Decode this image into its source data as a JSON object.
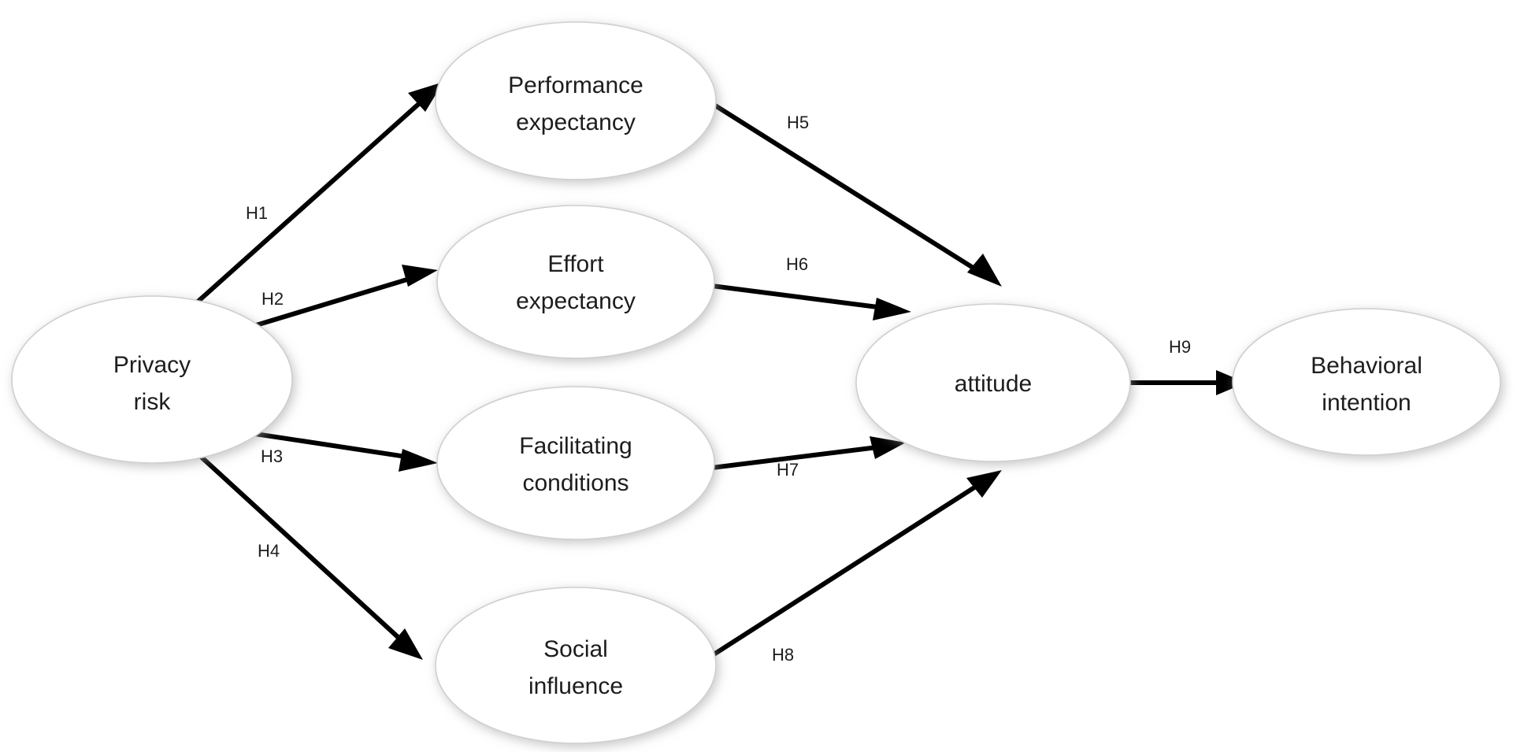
{
  "diagram": {
    "type": "conceptual-research-model",
    "background_color": "#ffffff",
    "node_fill": "#ffffff",
    "node_stroke": "#cfcfcf",
    "edge_color": "#000000",
    "text_color": "#1d1d1d",
    "nodes": [
      {
        "id": "privacy-risk",
        "line1": "Privacy",
        "line2": "risk"
      },
      {
        "id": "performance-expectancy",
        "line1": "Performance",
        "line2": "expectancy"
      },
      {
        "id": "effort-expectancy",
        "line1": "Effort",
        "line2": "expectancy"
      },
      {
        "id": "facilitating-conditions",
        "line1": "Facilitating",
        "line2": "conditions"
      },
      {
        "id": "social-influence",
        "line1": "Social",
        "line2": "influence"
      },
      {
        "id": "attitude",
        "line1": "attitude",
        "line2": ""
      },
      {
        "id": "behavioral-intention",
        "line1": "Behavioral",
        "line2": "intention"
      }
    ],
    "edges": [
      {
        "id": "h1",
        "label": "H1",
        "from": "privacy-risk",
        "to": "performance-expectancy"
      },
      {
        "id": "h2",
        "label": "H2",
        "from": "privacy-risk",
        "to": "effort-expectancy"
      },
      {
        "id": "h3",
        "label": "H3",
        "from": "privacy-risk",
        "to": "facilitating-conditions"
      },
      {
        "id": "h4",
        "label": "H4",
        "from": "privacy-risk",
        "to": "social-influence"
      },
      {
        "id": "h5",
        "label": "H5",
        "from": "performance-expectancy",
        "to": "attitude"
      },
      {
        "id": "h6",
        "label": "H6",
        "from": "effort-expectancy",
        "to": "attitude"
      },
      {
        "id": "h7",
        "label": "H7",
        "from": "facilitating-conditions",
        "to": "attitude"
      },
      {
        "id": "h8",
        "label": "H8",
        "from": "social-influence",
        "to": "attitude"
      },
      {
        "id": "h9",
        "label": "H9",
        "from": "attitude",
        "to": "behavioral-intention"
      }
    ]
  }
}
